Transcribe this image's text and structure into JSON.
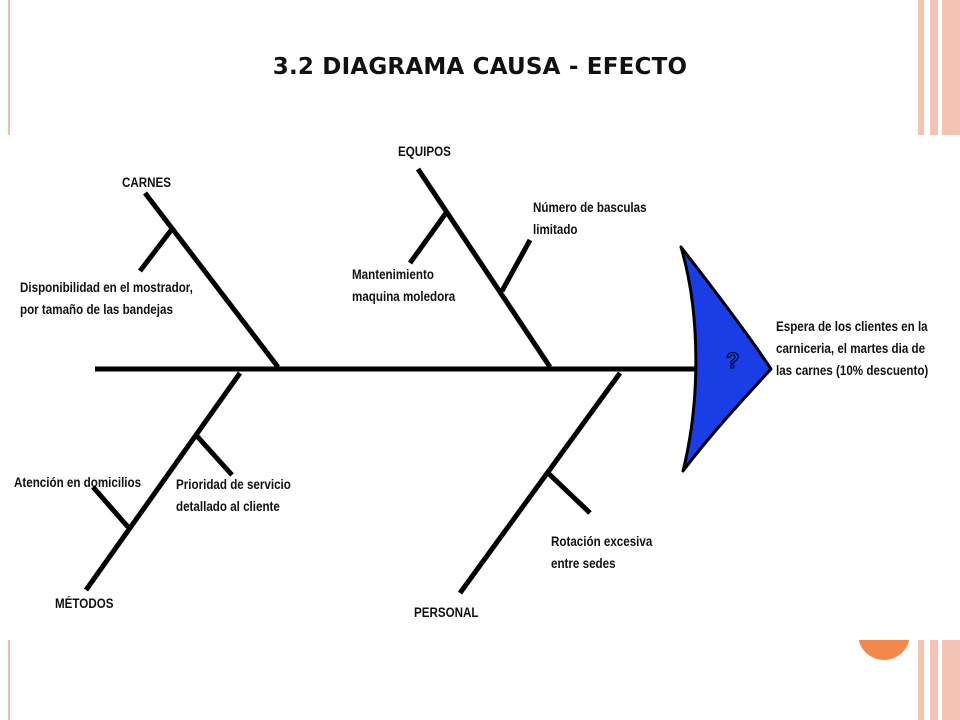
{
  "slide": {
    "title": "3.2 DIAGRAMA CAUSA - EFECTO"
  },
  "diagram": {
    "effect": {
      "symbol": "?",
      "text_lines": [
        "Espera de los clientes en la",
        "carniceria, el martes dia de",
        "las carnes (10% descuento)"
      ],
      "head_color": "#1a3ee6"
    },
    "categories": {
      "carnes": {
        "label": "CARNES",
        "causes": [
          {
            "lines": [
              "Disponibilidad en el mostrador,",
              "por tamaño de las bandejas"
            ]
          }
        ]
      },
      "equipos": {
        "label": "EQUIPOS",
        "causes": [
          {
            "lines": [
              "Mantenimiento",
              "maquina moledora"
            ]
          },
          {
            "lines": [
              "Número de basculas",
              "limitado"
            ]
          }
        ]
      },
      "metodos": {
        "label": "MÉTODOS",
        "causes": [
          {
            "lines": [
              "Atención en domicilios"
            ]
          },
          {
            "lines": [
              "Prioridad de servicio",
              "detallado al cliente"
            ]
          }
        ]
      },
      "personal": {
        "label": "PERSONAL",
        "causes": [
          {
            "lines": [
              "Rotación excesiva",
              "entre sedes"
            ]
          }
        ]
      }
    }
  },
  "theme": {
    "stripe_color": "#f4c3b3",
    "accent_color": "#f4874c",
    "line_color": "#000000"
  }
}
